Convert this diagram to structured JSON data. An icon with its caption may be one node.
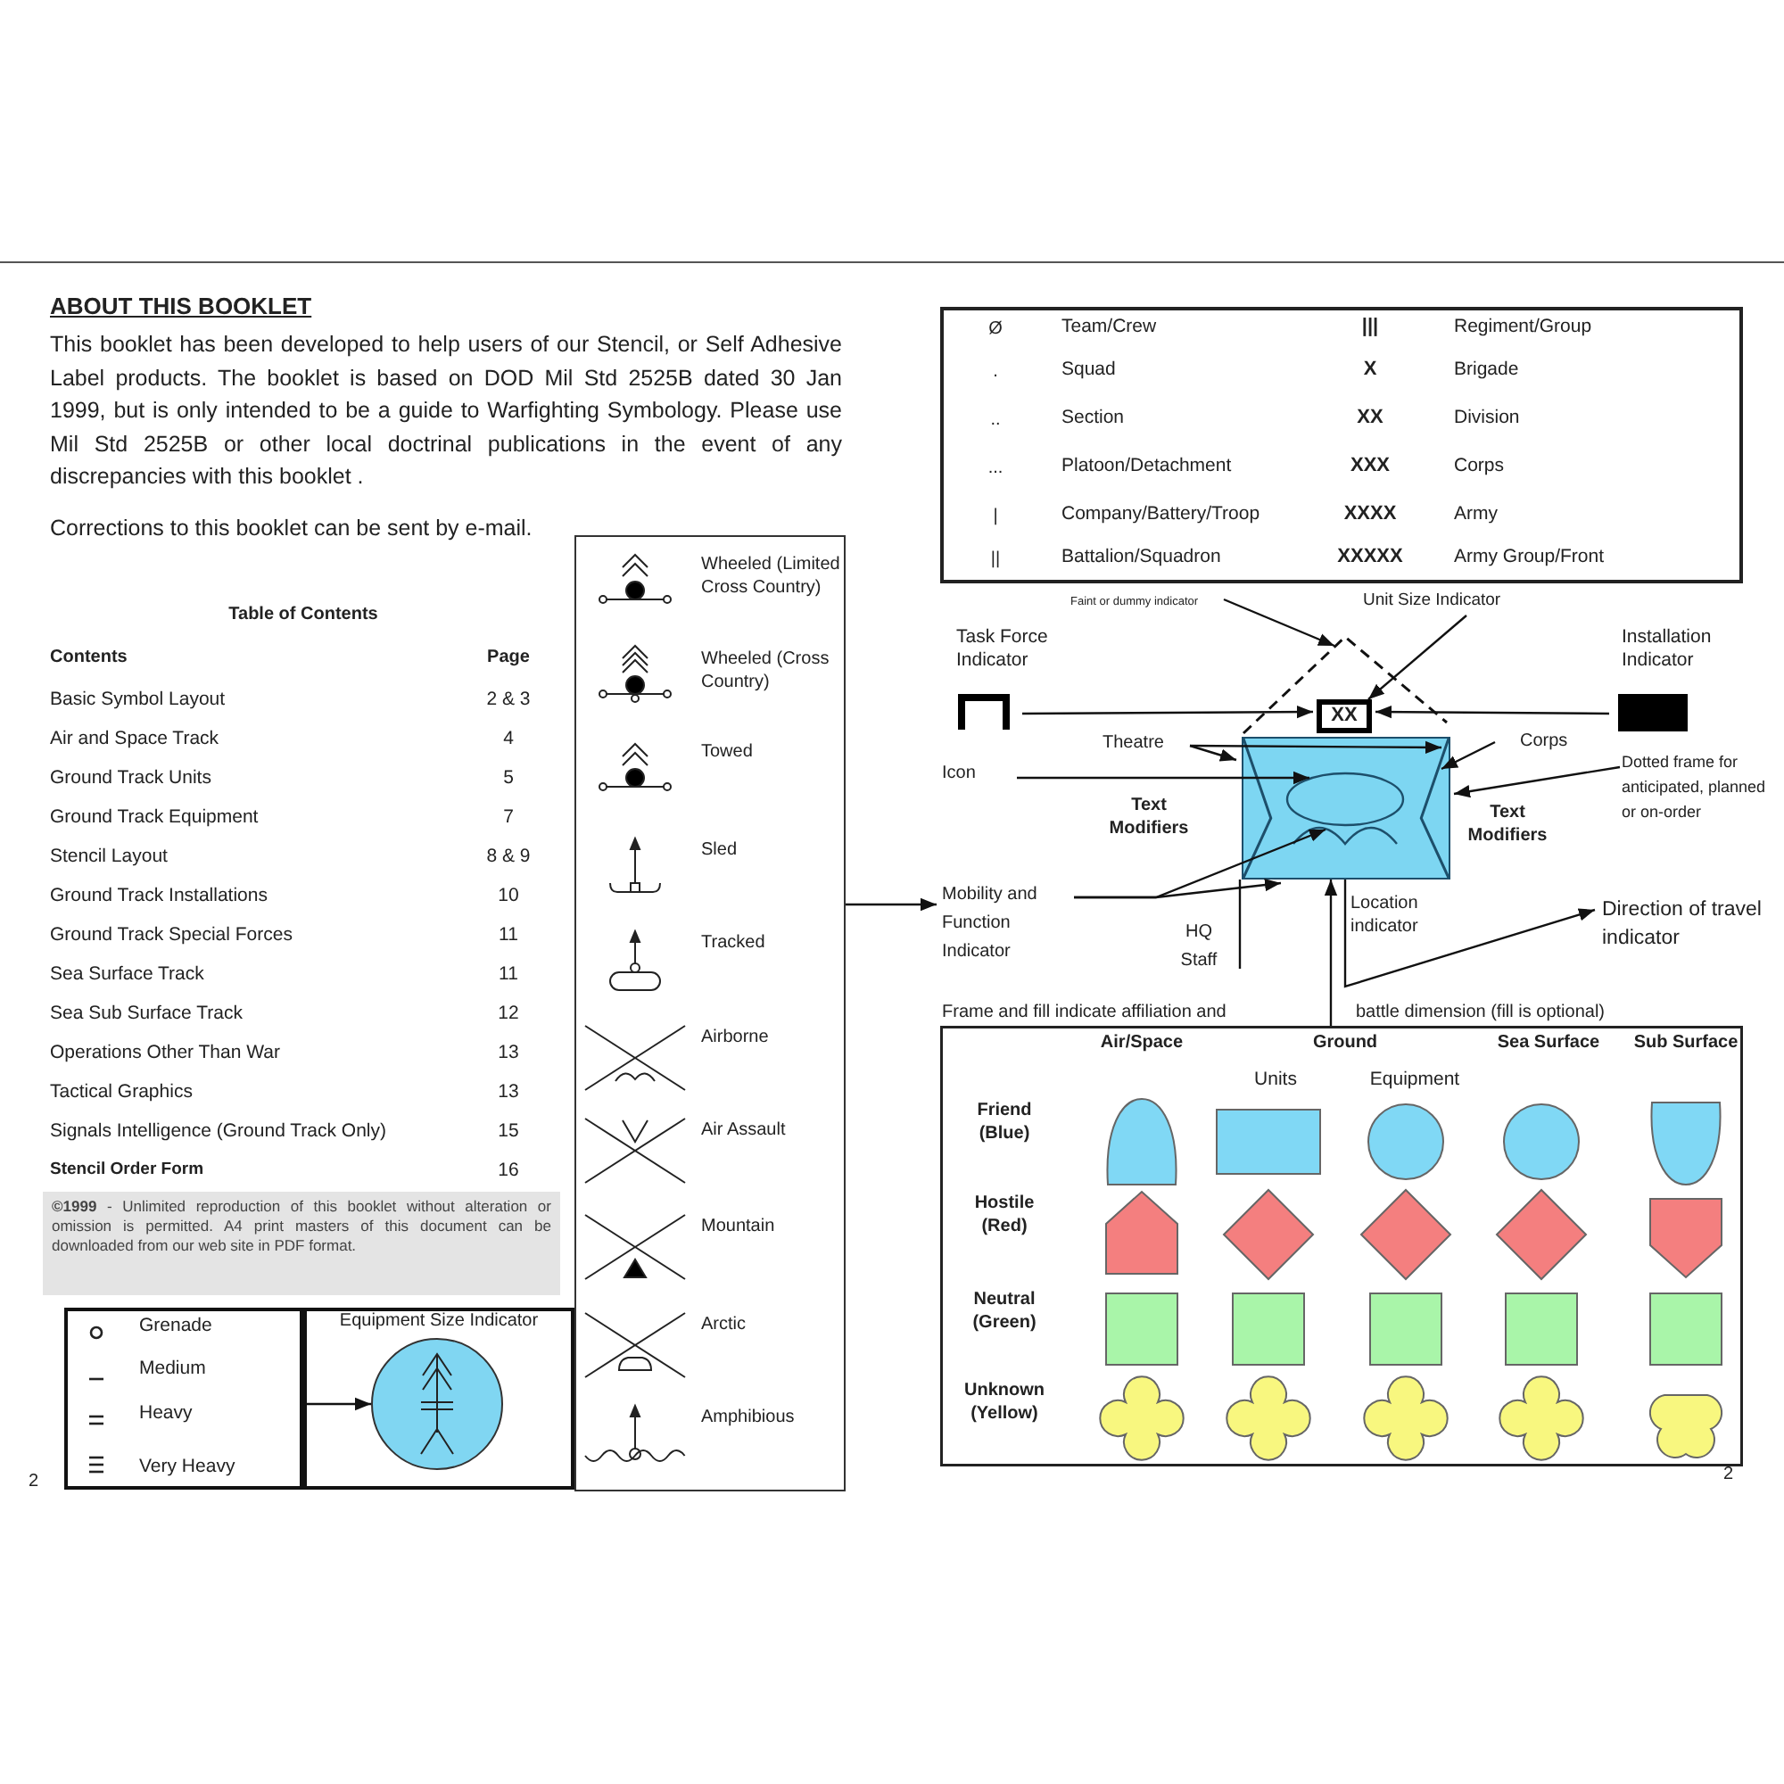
{
  "diagram": {
    "nodes": [
      {
        "text": [
          "**©1999** - Unlimited reproduction of this booklet without alteration or omission is permitted. A4 print masters of this document can be downloaded from our web site in PDF format."
        ]
      },
      {
        "text": [
          "Grenade",
          "Medium",
          "Heavy",
          "Very Heavy"
        ]
      },
      {
        "text": [
          "Equipment Size Indicator"
        ]
      },
      {
        "text": [],
        "shape": "circle",
        "in": 2
      },
      {
        "text": [
          "Wheeled (Limited Cross Country)",
          "Wheeled (Cross Country)",
          "Towed",
          "Sled",
          "Tracked",
          "Airborne",
          "Air Assault",
          "Mountain",
          "Arctic",
          "Amphibious"
        ]
      },
      {
        "text": [
          "Ø",
          "Team/Crew",
          "|||",
          "Regiment/Group",
          ".",
          "Squad",
          "X",
          "Brigade",
          "..",
          "Section",
          "XX",
          "Division",
          "...",
          "Platoon/Detachment",
          "XXX",
          "Corps",
          "|",
          "Company/Battery/Troop",
          "XXXX",
          "Army",
          "||",
          "Battalion/Squadron",
          "XXXXX",
          "Army Group/Front"
        ]
      },
      {
        "text": [
          "Faint or dummy indicator"
        ]
      },
      {
        "text": [
          "Unit Size Indicator"
        ]
      },
      {
        "text": [],
        "shape": "bracket",
        "beside": [
          "Task Force Indicator"
        ]
      },
      {
        "text": [],
        "shape": "bar",
        "beside": [
          "Installation Indicator"
        ]
      },
      {
        "text": [],
        "shape": "triangle"
      },
      {
        "text": [
          "XX"
        ],
        "in": 10
      },
      {
        "text": [
          "Theatre"
        ]
      },
      {
        "text": [
          "Icon"
        ]
      },
      {
        "text": [
          "Corps"
        ]
      },
      {
        "text": [
          "Dotted frame for anticipated, planned or on-order"
        ]
      },
      {
        "text": [],
        "shape": "box"
      },
      {
        "text": [],
        "shape": "ellipse",
        "in": 16
      },
      {
        "text": [],
        "shape": "arc",
        "in": 16
      },
      {
        "text": [
          "Mobility and Function Indicator"
        ]
      },
      {
        "text": [
          "HQ Staff"
        ]
      },
      {
        "text": [
          "Direction of travel indicator"
        ]
      },
      {
        "text": [
          "Air/Space",
          "Ground",
          "Sea Surface",
          "Sub Surface",
          "Units",
          "Equipment",
          "Friend (Blue)",
          "Hostile (Red)",
          "Neutral (Green)",
          "Unknown (Yellow)"
        ],
        "beside": [
          "Frame and fill indicate affiliation and",
          "battle dimension (fill is optional)"
        ]
      }
    ],
    "edges": [
      {
        "from": 4,
        "to": 19,
        "arrow": "to"
      },
      {
        "from": 1,
        "to": 3,
        "arrow": "to"
      },
      {
        "from": 6,
        "to": 10,
        "arrow": "to"
      },
      {
        "from": 7,
        "to": 11,
        "arrow": "to"
      },
      {
        "from": 8,
        "to": 11,
        "arrow": "to"
      },
      {
        "from": 9,
        "to": 11,
        "arrow": "to"
      },
      {
        "from": 12,
        "to": 16,
        "arrow": "to"
      },
      {
        "from": 12,
        "to": 16,
        "arrow": "to"
      },
      {
        "from": 13,
        "to": 17,
        "arrow": "to"
      },
      {
        "from": 14,
        "to": 16,
        "arrow": "to"
      },
      {
        "from": 15,
        "to": 16,
        "arrow": "to"
      },
      {
        "from": 19,
        "to": 18,
        "arrow": "to"
      },
      {
        "from": 19,
        "to": 16,
        "arrow": "to"
      },
      {
        "from": 20,
        "to": 16,
        "arrow": "none"
      },
      {
        "from": 16,
        "to": 21,
        "arrow": "to"
      },
      {
        "from": 22,
        "to": 16,
        "arrow": "to"
      }
    ],
    "labels": [
      "ABOUT THIS BOOKLET",
      "This booklet has been developed to help users of our Stencil, or Self Adhesive Label products. The booklet is based on DOD Mil Std 2525B dated 30 Jan 1999, but is only intended to be a guide to Warfighting Symbology. Please use Mil Std 2525B or other local doctrinal publications in the event of any discrepancies with this booklet .",
      "Corrections to this booklet can be sent by e-mail.",
      "Table of Contents",
      "Contents",
      "Page",
      "Basic Symbol Layout",
      "2 & 3",
      "Air and Space Track",
      "4",
      "Ground Track Units",
      "5",
      "Ground Track Equipment",
      "7",
      "Stencil Layout",
      "8 & 9",
      "Ground Track Installations",
      "10",
      "Ground Track Special Forces",
      "11",
      "Sea Surface Track",
      "11",
      "Sea Sub Surface Track",
      "12",
      "Operations Other Than War",
      "13",
      "Tactical Graphics",
      "13",
      "Signals Intelligence (Ground Track Only)",
      "15",
      "Stencil Order Form",
      "16",
      "Text Modifiers",
      "Text Modifiers",
      "Location indicator",
      "2",
      "2"
    ]
  }
}
